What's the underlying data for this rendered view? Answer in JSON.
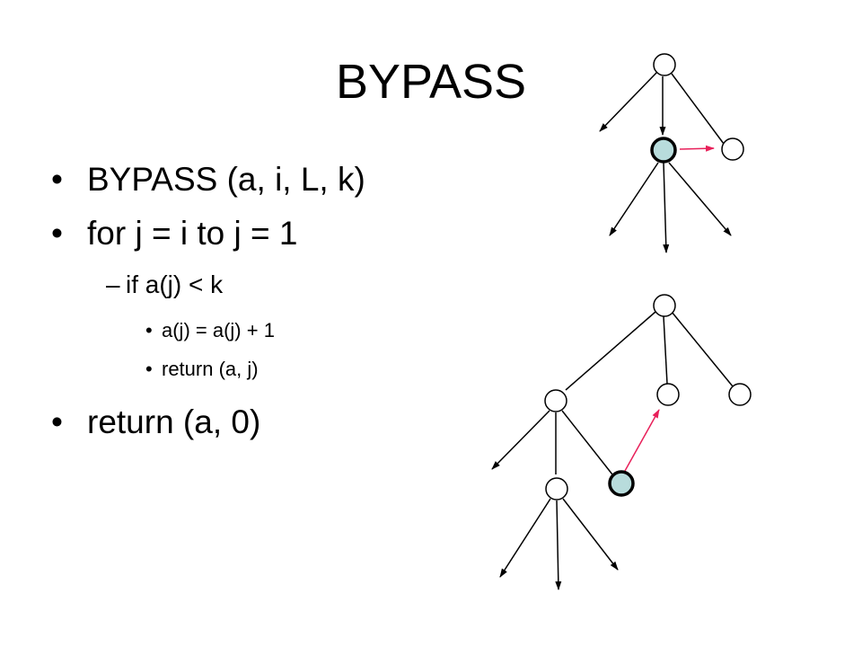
{
  "slide": {
    "title": "BYPASS",
    "bullets": [
      {
        "level": 1,
        "marker": "•",
        "text": "BYPASS (a, i, L, k)"
      },
      {
        "level": 1,
        "marker": "•",
        "text": "for j = i to j = 1"
      },
      {
        "level": 2,
        "marker": "–",
        "text": "if a(j) < k"
      },
      {
        "level": 3,
        "marker": "•",
        "text": "a(j) = a(j) + 1"
      },
      {
        "level": 3,
        "marker": "•",
        "text": "return (a, j)"
      },
      {
        "level": 1,
        "marker": "•",
        "text": "return (a, 0)"
      }
    ]
  },
  "diagram": {
    "colors": {
      "edge": "#000000",
      "node_fill": "#ffffff",
      "highlight_fill": "#b8dcdc",
      "bypass_arrow": "#e8205a"
    },
    "trees": [
      {
        "nodes": [
          "root",
          "current",
          "sibling"
        ],
        "highlighted_node": "current",
        "bypass_arrow": {
          "from": "current",
          "to": "sibling"
        }
      },
      {
        "nodes": [
          "root",
          "child-left",
          "child-middle",
          "child-right",
          "grandchild-right",
          "grandchild-left"
        ],
        "highlighted_node": "grandchild-right",
        "bypass_arrow": {
          "from": "grandchild-right",
          "to": "child-middle"
        }
      }
    ]
  }
}
